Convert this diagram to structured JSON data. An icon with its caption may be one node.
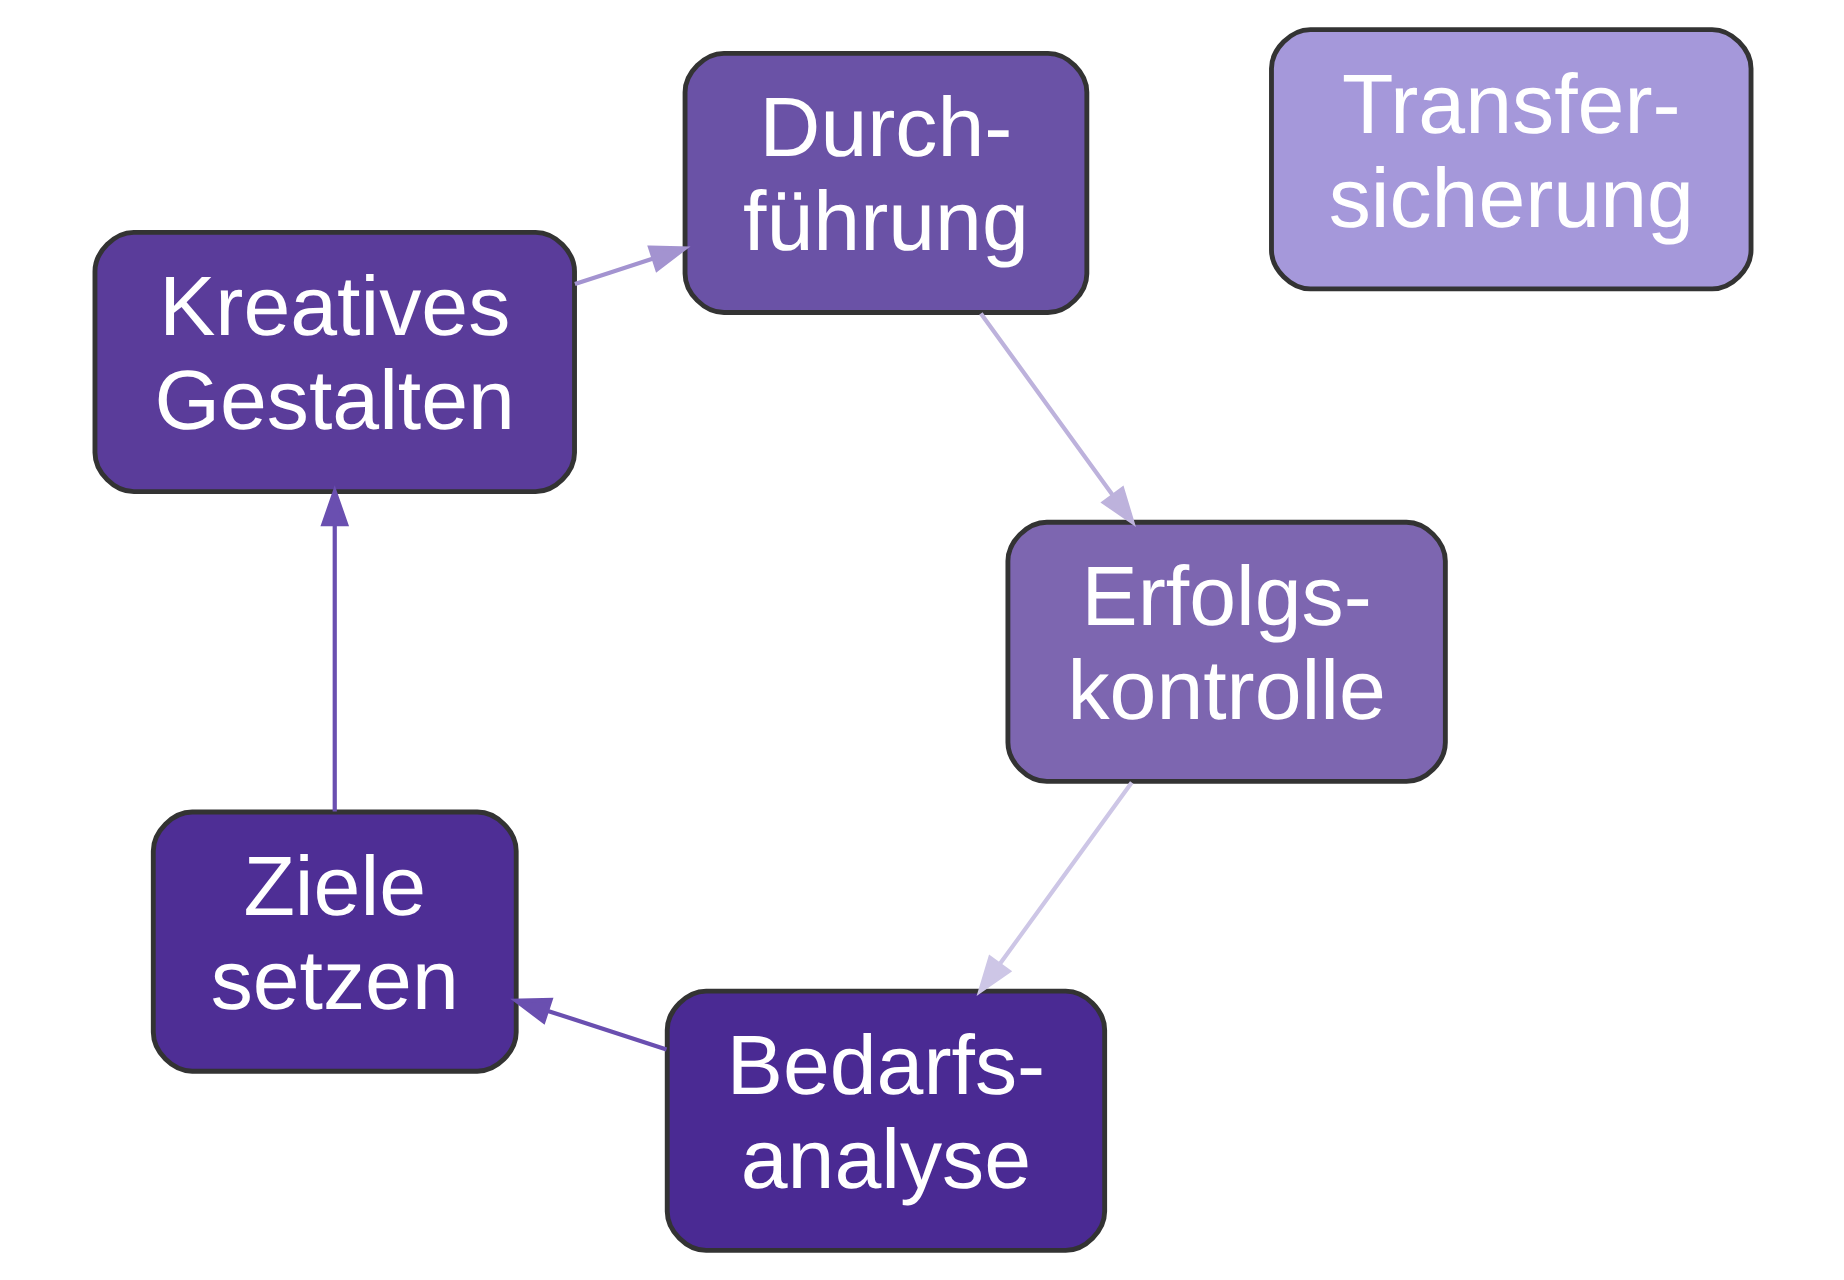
{
  "diagram": {
    "nodes": [
      {
        "text": [
          "Bedarfs- analyse"
        ]
      },
      {
        "text": [
          "Ziele setzen"
        ]
      },
      {
        "text": [
          "Kreatives Gestalten"
        ]
      },
      {
        "text": [
          "Durch- führung"
        ]
      },
      {
        "text": [
          "Erfolgs- kontrolle"
        ]
      },
      {
        "text": [
          "Transfer- sicherung"
        ]
      }
    ],
    "edges": [
      {
        "from": 0,
        "to": 1,
        "arrow": "to"
      },
      {
        "from": 1,
        "to": 2,
        "arrow": "to"
      },
      {
        "from": 2,
        "to": 3,
        "arrow": "to",
        "color": "#a393d0"
      },
      {
        "from": 3,
        "to": 4,
        "arrow": "to",
        "color": "#bdb2dc"
      },
      {
        "from": 4,
        "to": 0,
        "arrow": "to",
        "color": "#cdc6e6"
      }
    ]
  }
}
